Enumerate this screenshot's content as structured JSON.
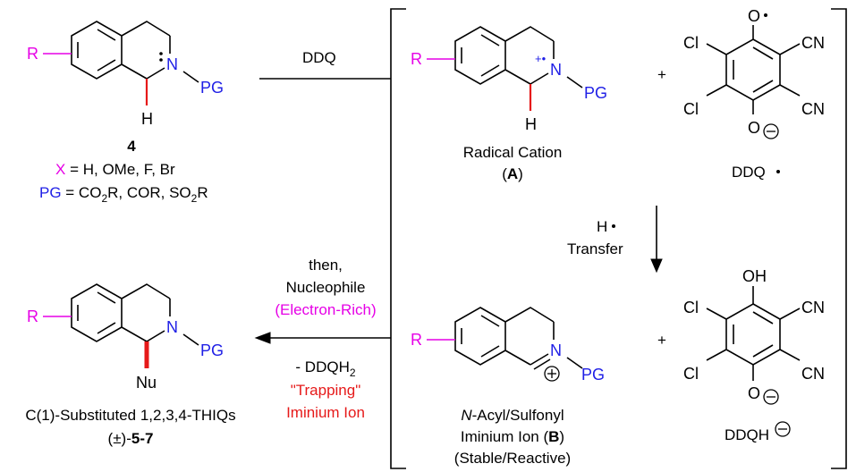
{
  "start": {
    "atoms": {
      "r": "R",
      "n": "N",
      "pg": "PG",
      "h": "H"
    },
    "compound_number": "4",
    "x_line": {
      "var": "X",
      "rest": " = H, OMe, F, Br"
    },
    "pg_line": {
      "var": "PG",
      "a": " = CO",
      "sub1": "2",
      "b": "R, COR, SO",
      "sub2": "2",
      "c": "R"
    }
  },
  "step1": {
    "reagent": "DDQ"
  },
  "radical_cation": {
    "atoms": {
      "r": "R",
      "n": "N",
      "pg": "PG",
      "h": "H",
      "charge": "+•"
    },
    "label_line1": "Radical Cation",
    "label_open": "(",
    "label_letter": "A",
    "label_close": ")"
  },
  "plus_top": "+",
  "ddq_radical": {
    "atoms": {
      "o_top": "O",
      "cl1": "Cl",
      "cl2": "Cl",
      "cn1": "CN",
      "cn2": "CN",
      "o_bot": "O"
    },
    "label": "DDQ"
  },
  "h_transfer": {
    "line1": "H",
    "line2": "Transfer"
  },
  "iminium": {
    "atoms": {
      "r": "R",
      "n": "N",
      "pg": "PG"
    },
    "label_n": "N",
    "label_rest": "-Acyl/Sulfonyl",
    "label_line2_a": "Iminium Ion (",
    "label_letter": "B",
    "label_line2_b": ")",
    "label_line3": "(Stable/Reactive)"
  },
  "plus_bottom": "+",
  "ddqh": {
    "atoms": {
      "oh": "OH",
      "cl1": "Cl",
      "cl2": "Cl",
      "cn1": "CN",
      "cn2": "CN",
      "o_bot": "O"
    },
    "label": "DDQH"
  },
  "step2": {
    "line1": "then,",
    "line2": "Nucleophile",
    "line3": "(Electron-Rich)",
    "line4_a": "- DDQH",
    "line4_sub": "2",
    "line5": "\"Trapping\"",
    "line6": "Iminium Ion"
  },
  "product": {
    "atoms": {
      "r": "R",
      "n": "N",
      "pg": "PG",
      "nu": "Nu"
    },
    "label_line1": "C(1)-Substituted 1,2,3,4-THIQs",
    "label_pm": "(±)-",
    "label_num": "5-7"
  }
}
